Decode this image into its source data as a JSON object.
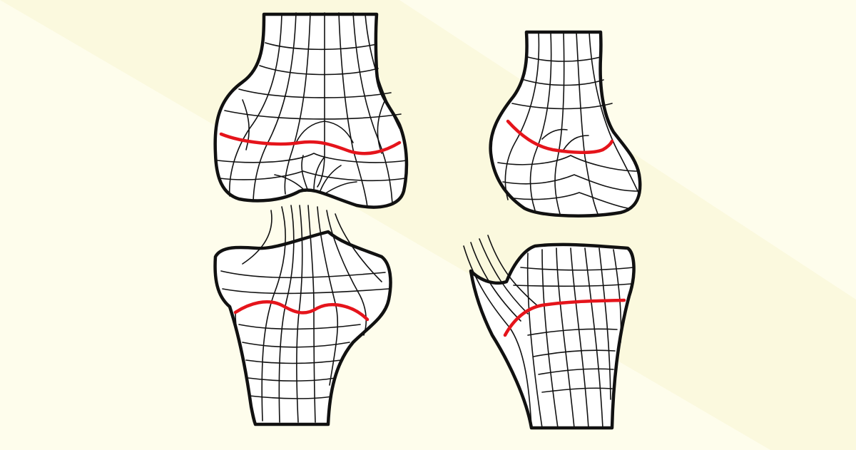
{
  "colors": {
    "background_light": "#fefdec",
    "background_band": "#fbf9de",
    "bone_fill": "#ffffff",
    "outline": "#111111",
    "growth_line": "#e5141b"
  },
  "bones": [
    {
      "name": "femur-distal-left"
    },
    {
      "name": "femur-distal-right"
    },
    {
      "name": "tibia-proximal-left"
    },
    {
      "name": "tibia-proximal-right"
    }
  ]
}
